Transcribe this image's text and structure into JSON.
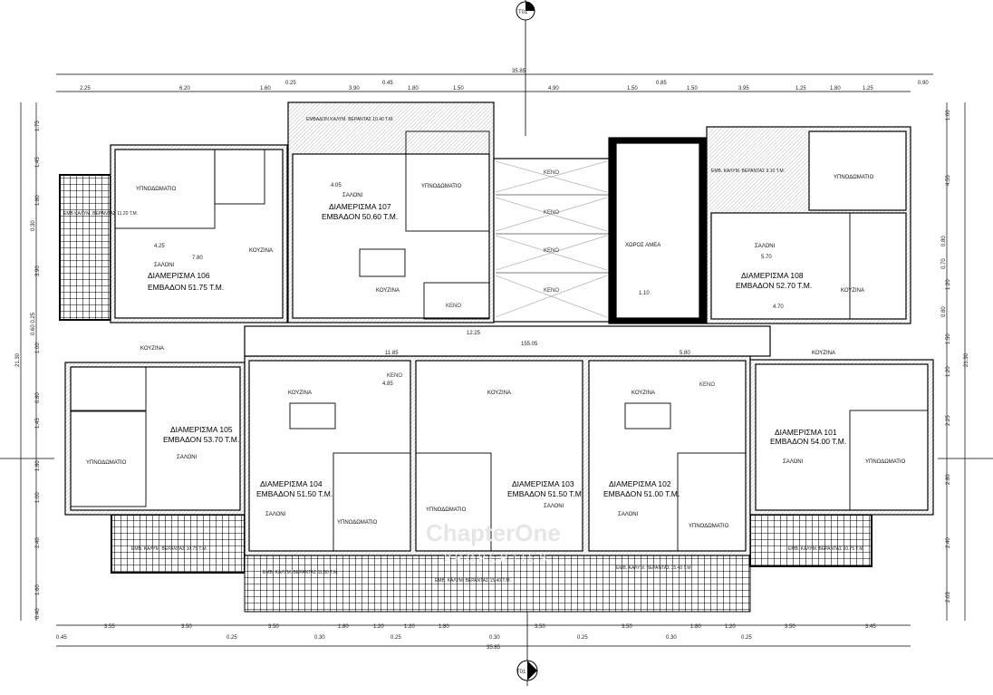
{
  "markers": {
    "section_top": "T01",
    "section_bottom": "T01"
  },
  "overall": {
    "width_top": "35.85",
    "width_bottom": "35.85",
    "height_left": "21.30",
    "height_right": "21.30"
  },
  "top_dims": [
    "2.25",
    "6.20",
    "1.60",
    "0.25",
    "3.90",
    "0.45",
    "1.80",
    "1.50",
    "4.90",
    "1.50",
    "0.85",
    "1.50",
    "3.95",
    "1.25",
    "1.80",
    "1.25",
    "0.90"
  ],
  "bottom_dims": [
    "3.55",
    "3.50",
    "3.50",
    "1.80",
    "1.20",
    "1.20",
    "1.80",
    "3.50",
    "3.50",
    "1.80",
    "1.20",
    "3.50",
    "3.45"
  ],
  "bottom_dims2": [
    "0.45",
    "0.25",
    "0.30",
    "0.25",
    "0.30",
    "0.25",
    "0.30",
    "0.25"
  ],
  "left_dims": [
    "1.75",
    "1.45",
    "1.80",
    "0.30",
    "3.90",
    "0.60 0.25",
    "1.00",
    "0.80",
    "1.45",
    "1.80",
    "1.00",
    "2.40",
    "1.60",
    "0.40"
  ],
  "right_dims": [
    "1.00",
    "4.55",
    "0.80",
    "0.70",
    "1.20",
    "0.80",
    "1.50",
    "1.20",
    "2.25",
    "2.80",
    "2.40",
    "2.03"
  ],
  "level": "155.05",
  "apartments": [
    {
      "name": "ΔΙΑΜΕΡΙΣΜΑ 106",
      "area": "ΕΜΒΑΔΟΝ 51.75 Τ.Μ."
    },
    {
      "name": "ΔΙΑΜΕΡΙΣΜΑ 107",
      "area": "ΕΜΒΑΔΟΝ 50.60 Τ.Μ."
    },
    {
      "name": "ΔΙΑΜΕΡΙΣΜΑ 108",
      "area": "ΕΜΒΑΔΟΝ 52.70 Τ.Μ."
    },
    {
      "name": "ΔΙΑΜΕΡΙΣΜΑ 105",
      "area": "ΕΜΒΑΔΟΝ 53.70 Τ.Μ."
    },
    {
      "name": "ΔΙΑΜΕΡΙΣΜΑ 104",
      "area": "ΕΜΒΑΔΟΝ 51.50 Τ.Μ."
    },
    {
      "name": "ΔΙΑΜΕΡΙΣΜΑ 103",
      "area": "ΕΜΒΑΔΟΝ 51.50 Τ.Μ."
    },
    {
      "name": "ΔΙΑΜΕΡΙΣΜΑ 102",
      "area": "ΕΜΒΑΔΟΝ 51.00 Τ.Μ."
    },
    {
      "name": "ΔΙΑΜΕΡΙΣΜΑ 101",
      "area": "ΕΜΒΑΔΟΝ 54.00 Τ.Μ."
    }
  ],
  "rooms": {
    "bedroom": "ΥΠΝΟΔΩΜΑΤΙΟ",
    "living": "ΣΑΛΟΝΙ",
    "kitchen": "ΚΟΥΖΙΝΑ",
    "void": "ΚΕΝΟ",
    "disabled_space": "ΧΩΡΟΣ ΑΜΕΑ"
  },
  "terraces": {
    "t106": "ΕΜΒ ΚΑΛΥΜ. ΒΕΡΑΝΤΑΣ 11.20 Τ.Μ.",
    "t107": "ΕΜΒΑΔΟΝ ΚΑΛΥΜ. ΒΕΡΑΝΤΑΣ 10.40 Τ.Μ.",
    "t108": "ΕΜΒ. ΚΑΛΥΜ. ΒΕΡΑΝΤΑΣ 9.10 Τ.Μ.",
    "t105": "ΕΜΒ. ΚΑΛΥΜ. ΒΕΡΑΝΤΑΣ 10.75 Τ.Μ.",
    "t104": "ΕΜΒ. ΚΑΛΥΜ. ΒΕΡΑΝΤΑΣ 11.50 Τ.Μ.",
    "t103": "ΕΜΒ. ΚΑΛΥΜ. ΒΕΡΑΝΤΑΣ 15.40 Τ.Μ.",
    "t102": "ΕΜΒ. ΚΑΛΥΜ. ΒΕΡΑΝΤΑΣ 15.40 Τ.Μ.",
    "t101": "ΕΜΒ. ΚΑΛΥΜ. ΒΕΡΑΝΤΑΣ 10.75 Τ.Μ."
  },
  "inner_dims": {
    "corridor": "12.25",
    "corridor2": "11.85",
    "corridor3": "5.80",
    "a106_w": "4.25",
    "a106_w2": "7.80",
    "a107_w": "4.05",
    "a108_w": "5.70",
    "a108_w2": "4.70",
    "keno_w": "4.85",
    "stair": "1.10"
  },
  "watermark": {
    "brand": "ChapterOne",
    "sub": "PROPERTIES"
  }
}
